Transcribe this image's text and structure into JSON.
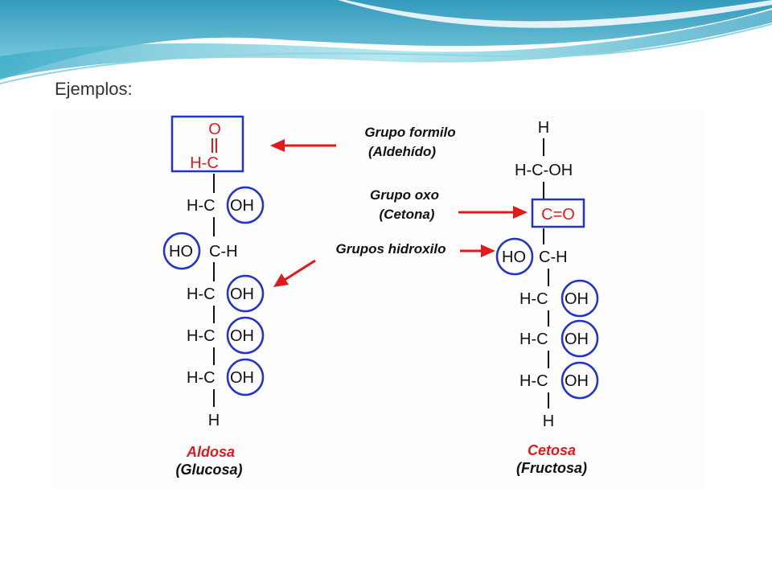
{
  "slide": {
    "heading": "Ejemplos:"
  },
  "colors": {
    "bond_line": "#111111",
    "highlight_red": "#e01a1a",
    "circle_blue": "#2233cc",
    "panel_bg": "#fdfdfd",
    "swoosh_teal": "#5fc7d6"
  },
  "labels": {
    "formyl": {
      "line1": "Grupo formilo",
      "line2": "(Aldehído)"
    },
    "oxo": {
      "line1": "Grupo oxo",
      "line2": "(Cetona)"
    },
    "hydroxyl": "Grupos hidroxilo"
  },
  "aldose": {
    "top_o": "O",
    "top_hc": "H-C",
    "rows": [
      {
        "left": "H-C",
        "right": "OH"
      },
      {
        "left": "HO",
        "right": "C-H"
      },
      {
        "left": "H-C",
        "right": "OH"
      },
      {
        "left": "H-C",
        "right": "OH"
      },
      {
        "left": "H-C",
        "right": "OH"
      }
    ],
    "bottom_h": "H",
    "name": "Aldosa",
    "example": "(Glucosa)"
  },
  "ketose": {
    "top_h": "H",
    "ch2oh": "H-C-OH",
    "carbonyl": "C=O",
    "rows": [
      {
        "left": "HO",
        "right": "C-H"
      },
      {
        "left": "H-C",
        "right": "OH"
      },
      {
        "left": "H-C",
        "right": "OH"
      },
      {
        "left": "H-C",
        "right": "OH"
      }
    ],
    "bottom_h": "H",
    "name": "Cetosa",
    "example": "(Fructosa)"
  }
}
